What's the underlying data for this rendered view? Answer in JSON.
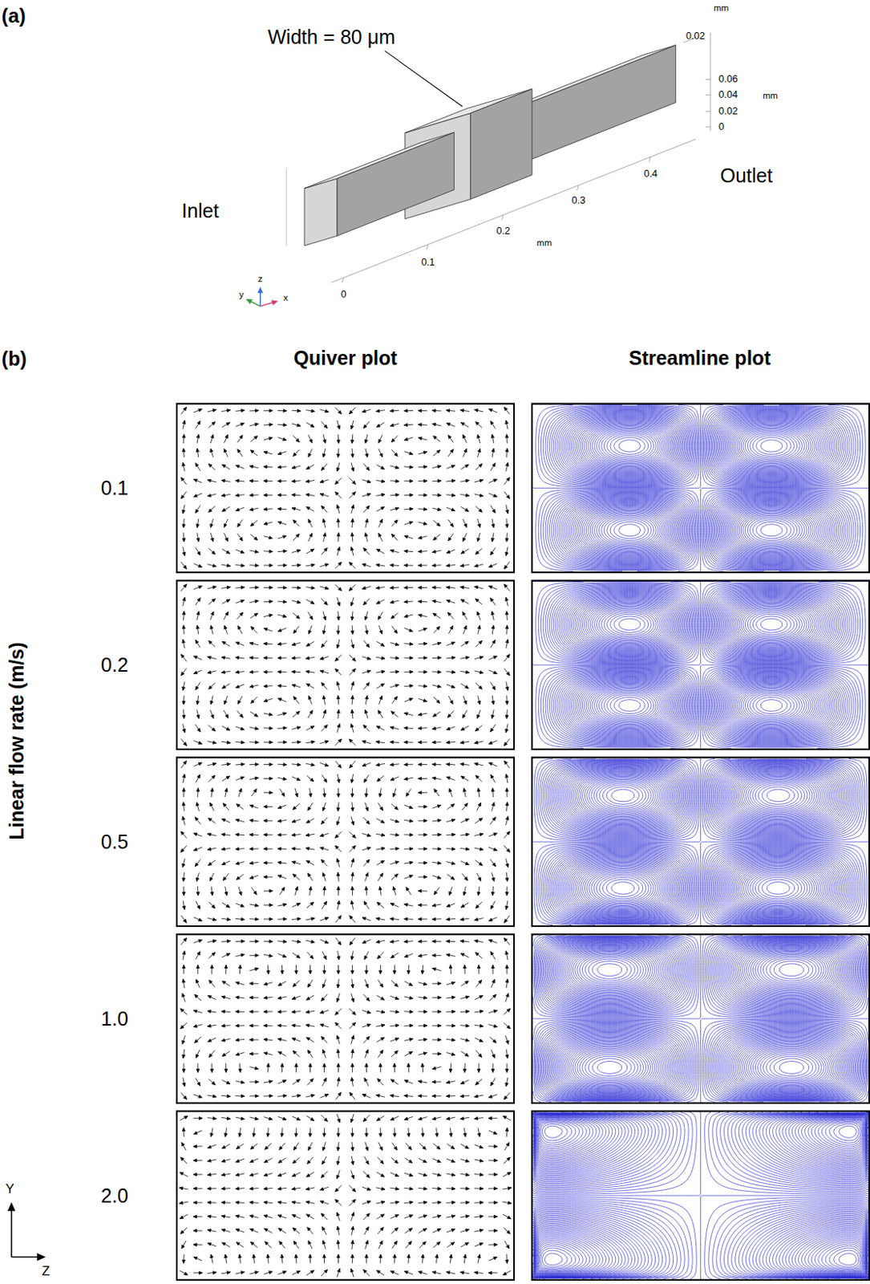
{
  "diagram": {
    "labels": [
      "(a)",
      "Width = 80 μm",
      "mm",
      "0.02",
      "0.06",
      "0.04",
      "mm",
      "0.02",
      "0",
      "Outlet",
      "Inlet",
      "0.4",
      "0.3",
      "0.2",
      "mm",
      "0.1",
      "0",
      "z",
      "y",
      "x",
      "(b)",
      "Quiver plot",
      "Streamline plot",
      "Linear flow rate (m/s)",
      "0.1",
      "0.2",
      "0.5",
      "1.0",
      "2.0",
      "Y",
      "Z"
    ]
  }
}
